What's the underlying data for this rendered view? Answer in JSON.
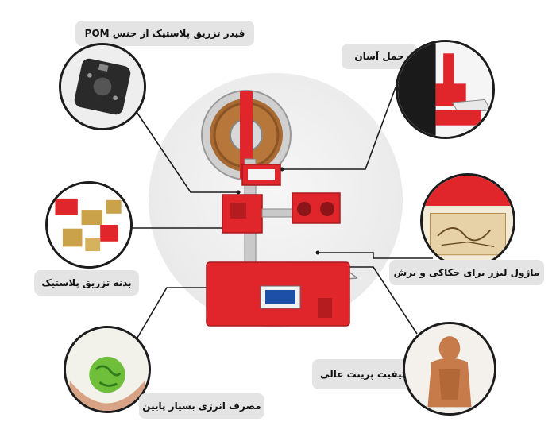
{
  "features": {
    "pom_feeder": "فیدر تزریق پلاستیک از جنس POM",
    "portable": "حمل آسان",
    "plastic_body": "بدنه تزریق پلاستیک",
    "laser_module": "ماژول لیزر برای حکاکی و برش",
    "print_quality": "کیفیت پرینت عالی",
    "low_power": "مصرف انرژی بسیار پایین"
  },
  "colors": {
    "printer_red": "#e0262b",
    "label_bg": "#e4e4e4",
    "circle_border": "#1c1c1c"
  },
  "icons": {
    "feeder": "pom-feeder-image",
    "portable": "carry-printer-image",
    "body": "plastic-parts-image",
    "laser": "engraved-wood-image",
    "quality": "printed-statue-image",
    "energy": "globe-in-hands-image"
  }
}
